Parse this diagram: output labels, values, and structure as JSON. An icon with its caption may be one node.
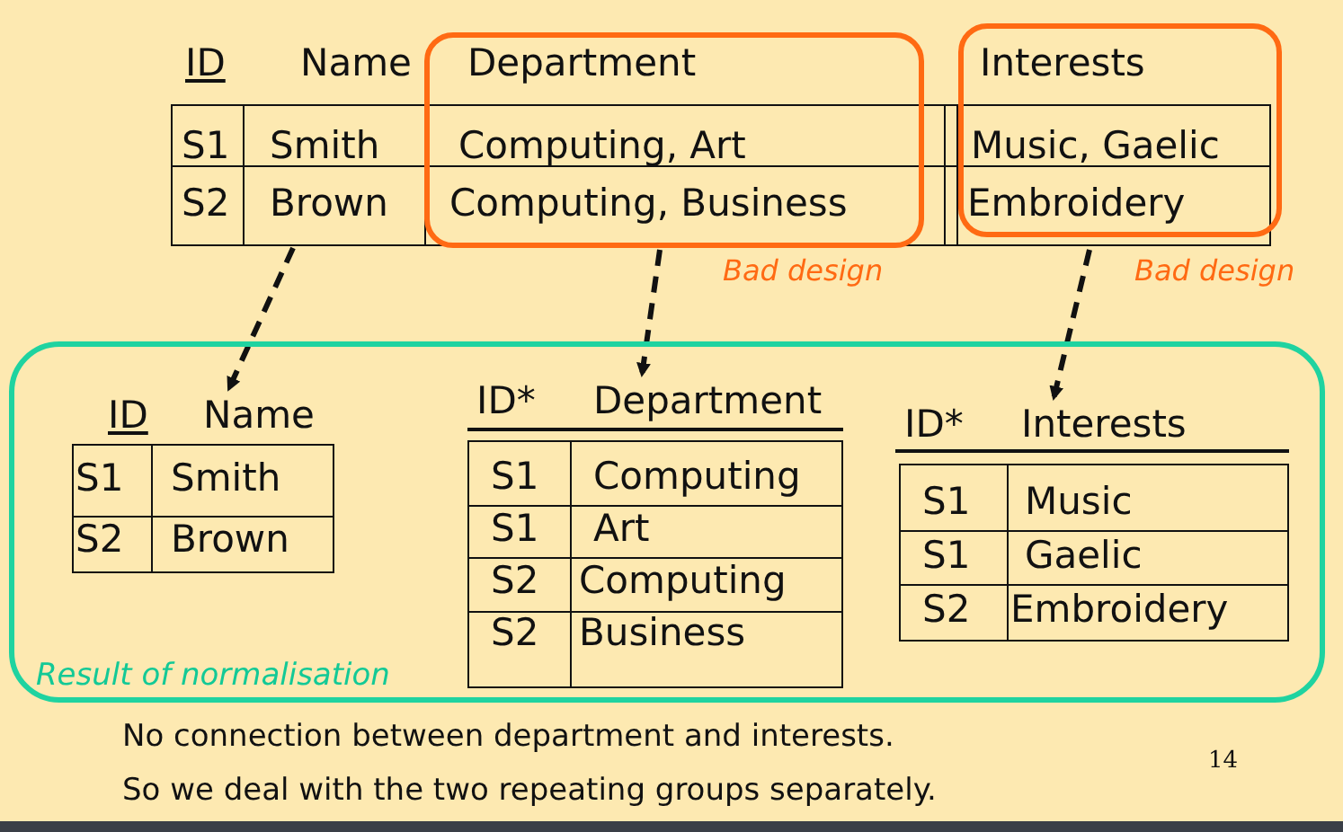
{
  "diagram": {
    "nodes": [
      {
        "text": [
          "ID",
          "Name",
          "S1",
          "Smith",
          "S2",
          "Brown"
        ]
      },
      {
        "text": [
          "Department",
          "Computing, Art",
          "Computing, Business"
        ],
        "beside": [
          "Bad design"
        ]
      },
      {
        "text": [
          "Interests",
          "Music, Gaelic",
          "Embroidery"
        ],
        "beside": [
          "Bad design"
        ]
      },
      {
        "text": [
          "Result of normalisation"
        ]
      },
      {
        "text": [
          "ID",
          "Name",
          "S1",
          "Smith",
          "S2",
          "Brown"
        ],
        "in": 3
      },
      {
        "text": [
          "ID*",
          "Department",
          "S1",
          "Computing",
          "S1",
          "Art",
          "S2",
          "Computing",
          "S2",
          "Business"
        ],
        "in": 3
      },
      {
        "text": [
          "ID*",
          "Interests",
          "S1",
          "Music",
          "S1",
          "Gaelic",
          "S2",
          "Embroidery"
        ],
        "in": 3
      }
    ],
    "edges": [
      {
        "from": 0,
        "to": 4,
        "arrow": "to",
        "style": "dashed"
      },
      {
        "from": 1,
        "to": 5,
        "arrow": "to",
        "style": "dashed"
      },
      {
        "from": 2,
        "to": 6,
        "arrow": "to",
        "style": "dashed"
      }
    ],
    "labels": [
      "No connection between department and interests.",
      "So we deal with the two repeating groups separately.",
      "14"
    ]
  }
}
